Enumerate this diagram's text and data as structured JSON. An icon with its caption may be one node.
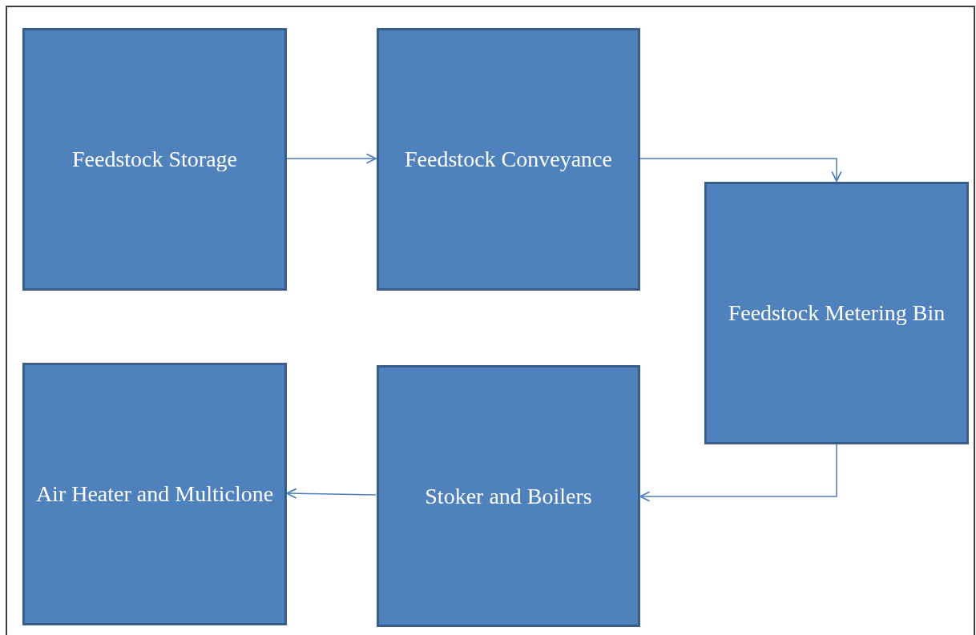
{
  "diagram": {
    "nodes": [
      {
        "text": [
          "Feedstock Storage"
        ]
      },
      {
        "text": [
          "Feedstock Conveyance"
        ]
      },
      {
        "text": [
          "Feedstock Metering Bin"
        ]
      },
      {
        "text": [
          "Stoker and Boilers"
        ]
      },
      {
        "text": [
          "Air Heater and Multiclone"
        ]
      }
    ],
    "edges": [
      {
        "from": 0,
        "to": 1,
        "arrow": "to"
      },
      {
        "from": 1,
        "to": 2,
        "arrow": "to"
      },
      {
        "from": 2,
        "to": 3,
        "arrow": "to"
      },
      {
        "from": 3,
        "to": 4,
        "arrow": "to"
      }
    ]
  }
}
